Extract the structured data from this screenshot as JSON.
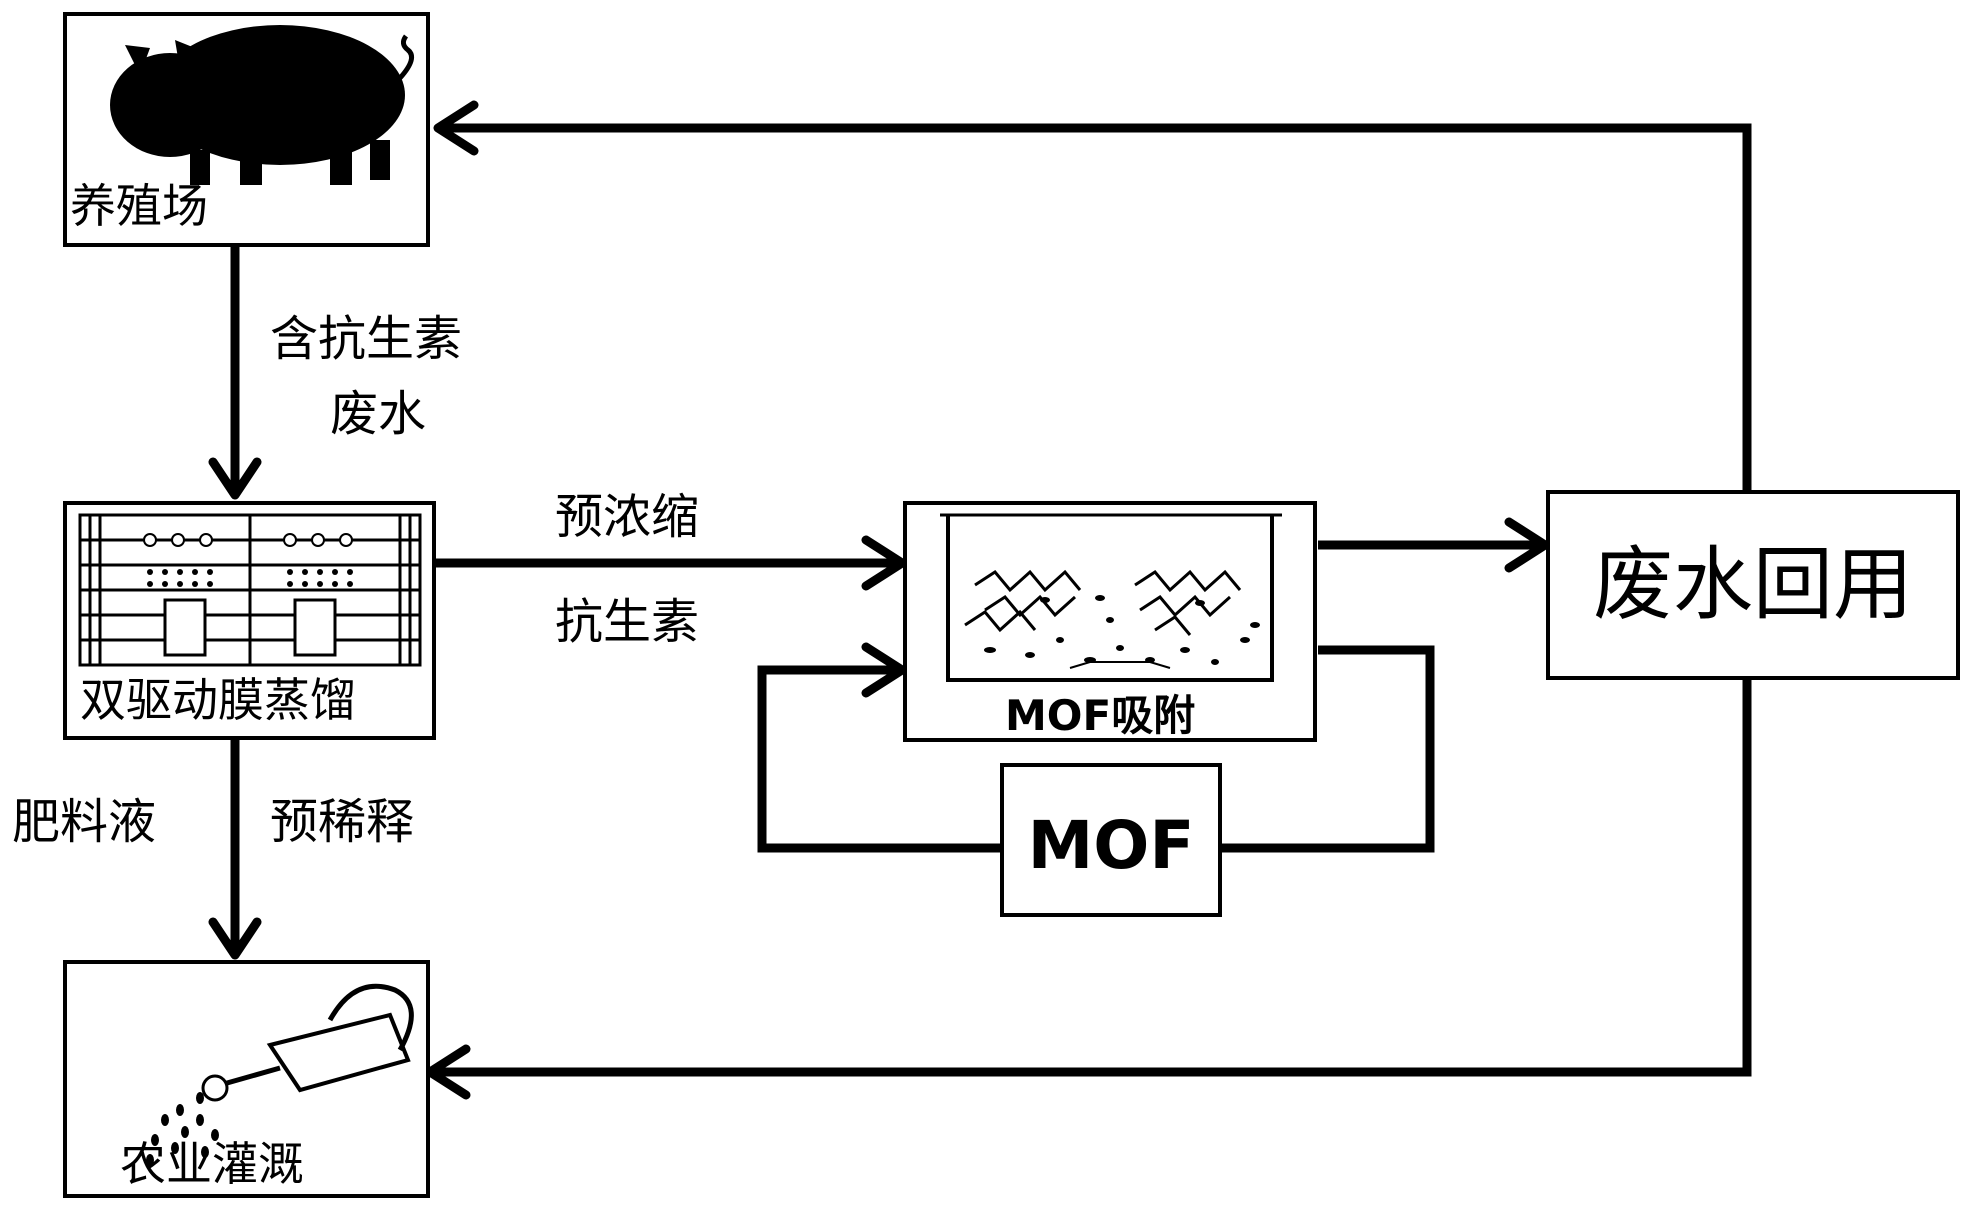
{
  "nodes": {
    "farm": "养殖场",
    "membrane": "双驱动膜蒸馏",
    "mof_adsorb": "MOF吸附",
    "mof": "MOF",
    "reuse": "废水回用",
    "irrigation": "农业灌溉"
  },
  "edges": {
    "farm_to_membrane_1": "含抗生素",
    "farm_to_membrane_2": "废水",
    "membrane_to_mof_1": "预浓缩",
    "membrane_to_mof_2": "抗生素",
    "membrane_to_irrigation_left": "肥料液",
    "membrane_to_irrigation_right": "预稀释"
  },
  "icons": [
    "pig-icon",
    "membrane-distillation-unit-icon",
    "adsorption-tank-icon",
    "watering-can-icon"
  ]
}
